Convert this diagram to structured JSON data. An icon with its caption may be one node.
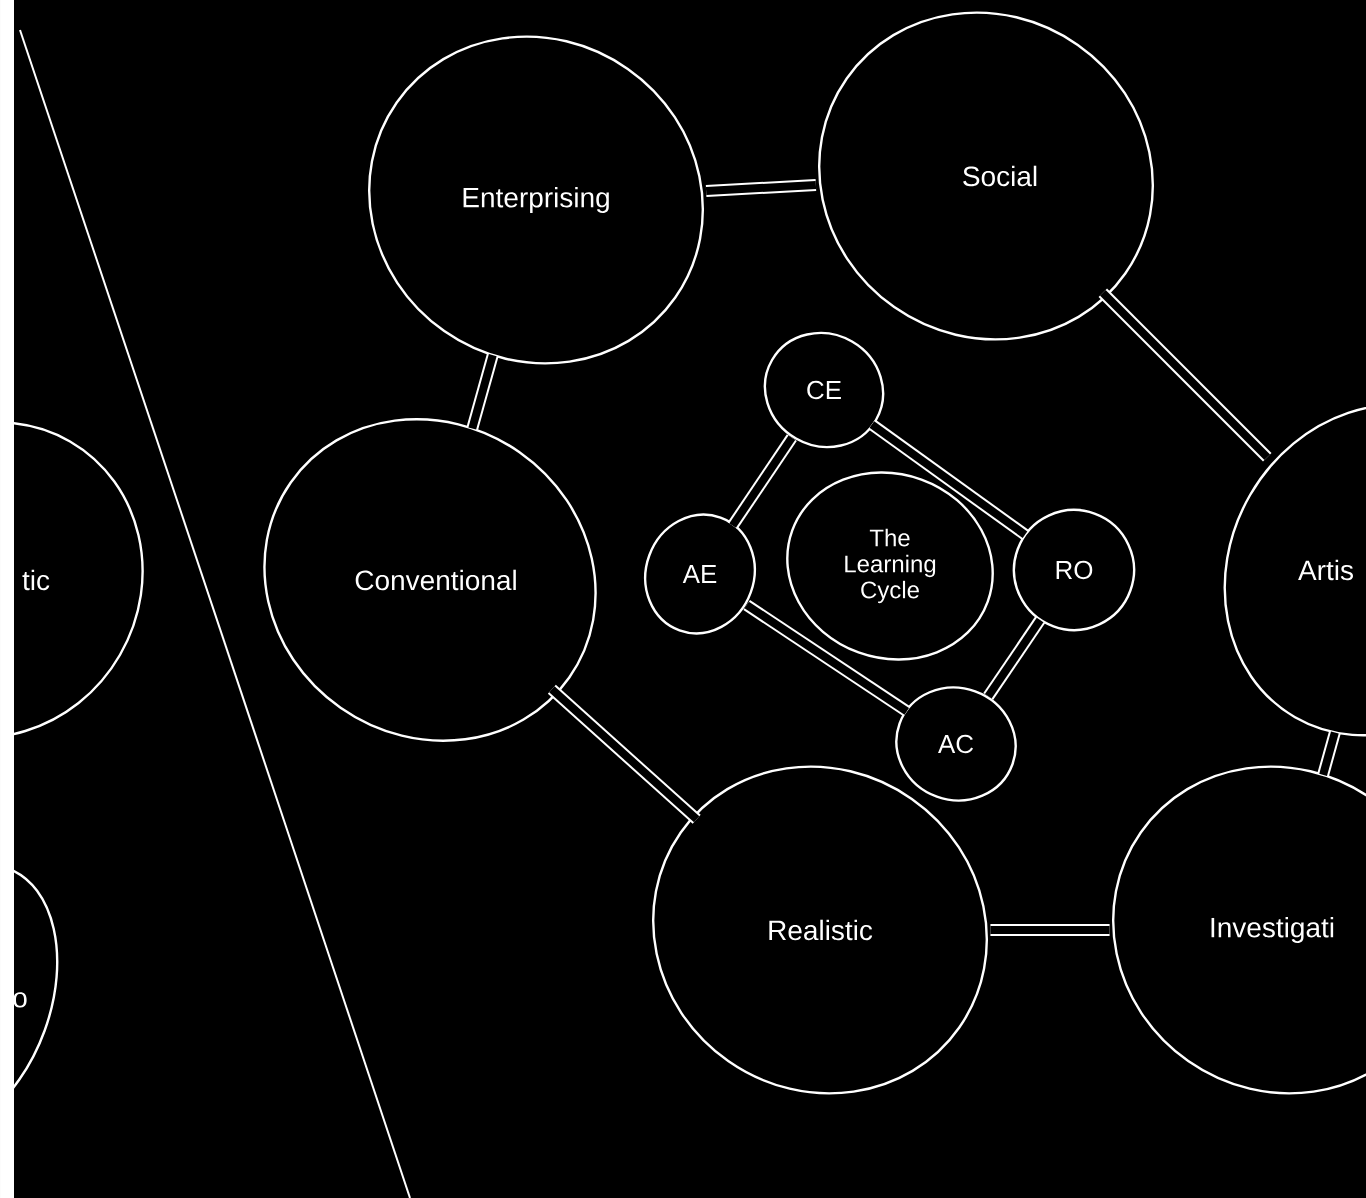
{
  "diagram": {
    "nodes": [
      {
        "text": [
          "Enterprising"
        ]
      },
      {
        "text": [
          "Social"
        ]
      },
      {
        "text": [
          "tic"
        ]
      },
      {
        "text": [
          "Conventional"
        ]
      },
      {
        "text": [
          "CE"
        ]
      },
      {
        "text": [
          "AE"
        ]
      },
      {
        "text": [
          "The Learning Cycle"
        ]
      },
      {
        "text": [
          "RO"
        ]
      },
      {
        "text": [
          "Artis"
        ]
      },
      {
        "text": [
          "AC"
        ]
      },
      {
        "text": [
          "o"
        ]
      },
      {
        "text": [
          "Realistic"
        ]
      },
      {
        "text": [
          "Investigati"
        ]
      }
    ],
    "edges": [
      {
        "from": 0,
        "to": 1,
        "arrow": "none"
      },
      {
        "from": 1,
        "to": 8,
        "arrow": "none"
      },
      {
        "from": 8,
        "to": 12,
        "arrow": "none"
      },
      {
        "from": 12,
        "to": 11,
        "arrow": "none"
      },
      {
        "from": 11,
        "to": 3,
        "arrow": "none"
      },
      {
        "from": 3,
        "to": 0,
        "arrow": "none"
      },
      {
        "from": 4,
        "to": 7,
        "arrow": "none"
      },
      {
        "from": 7,
        "to": 9,
        "arrow": "none"
      },
      {
        "from": 9,
        "to": 5,
        "arrow": "none"
      },
      {
        "from": 5,
        "to": 4,
        "arrow": "none"
      }
    ]
  }
}
